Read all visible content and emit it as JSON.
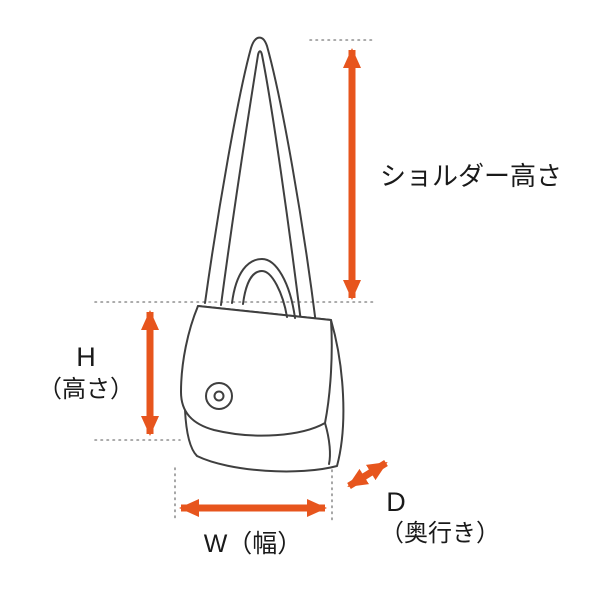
{
  "labels": {
    "shoulder_height": "ショルダー高さ",
    "height_abbr": "H",
    "height_name": "（高さ）",
    "width": "W（幅）",
    "depth_abbr": "D",
    "depth_name": "（奥行き）"
  },
  "colors": {
    "arrow": "#e7551d",
    "line_art": "#3f3f3f",
    "guide": "#8f8f8f",
    "text": "#1a1a1a"
  }
}
